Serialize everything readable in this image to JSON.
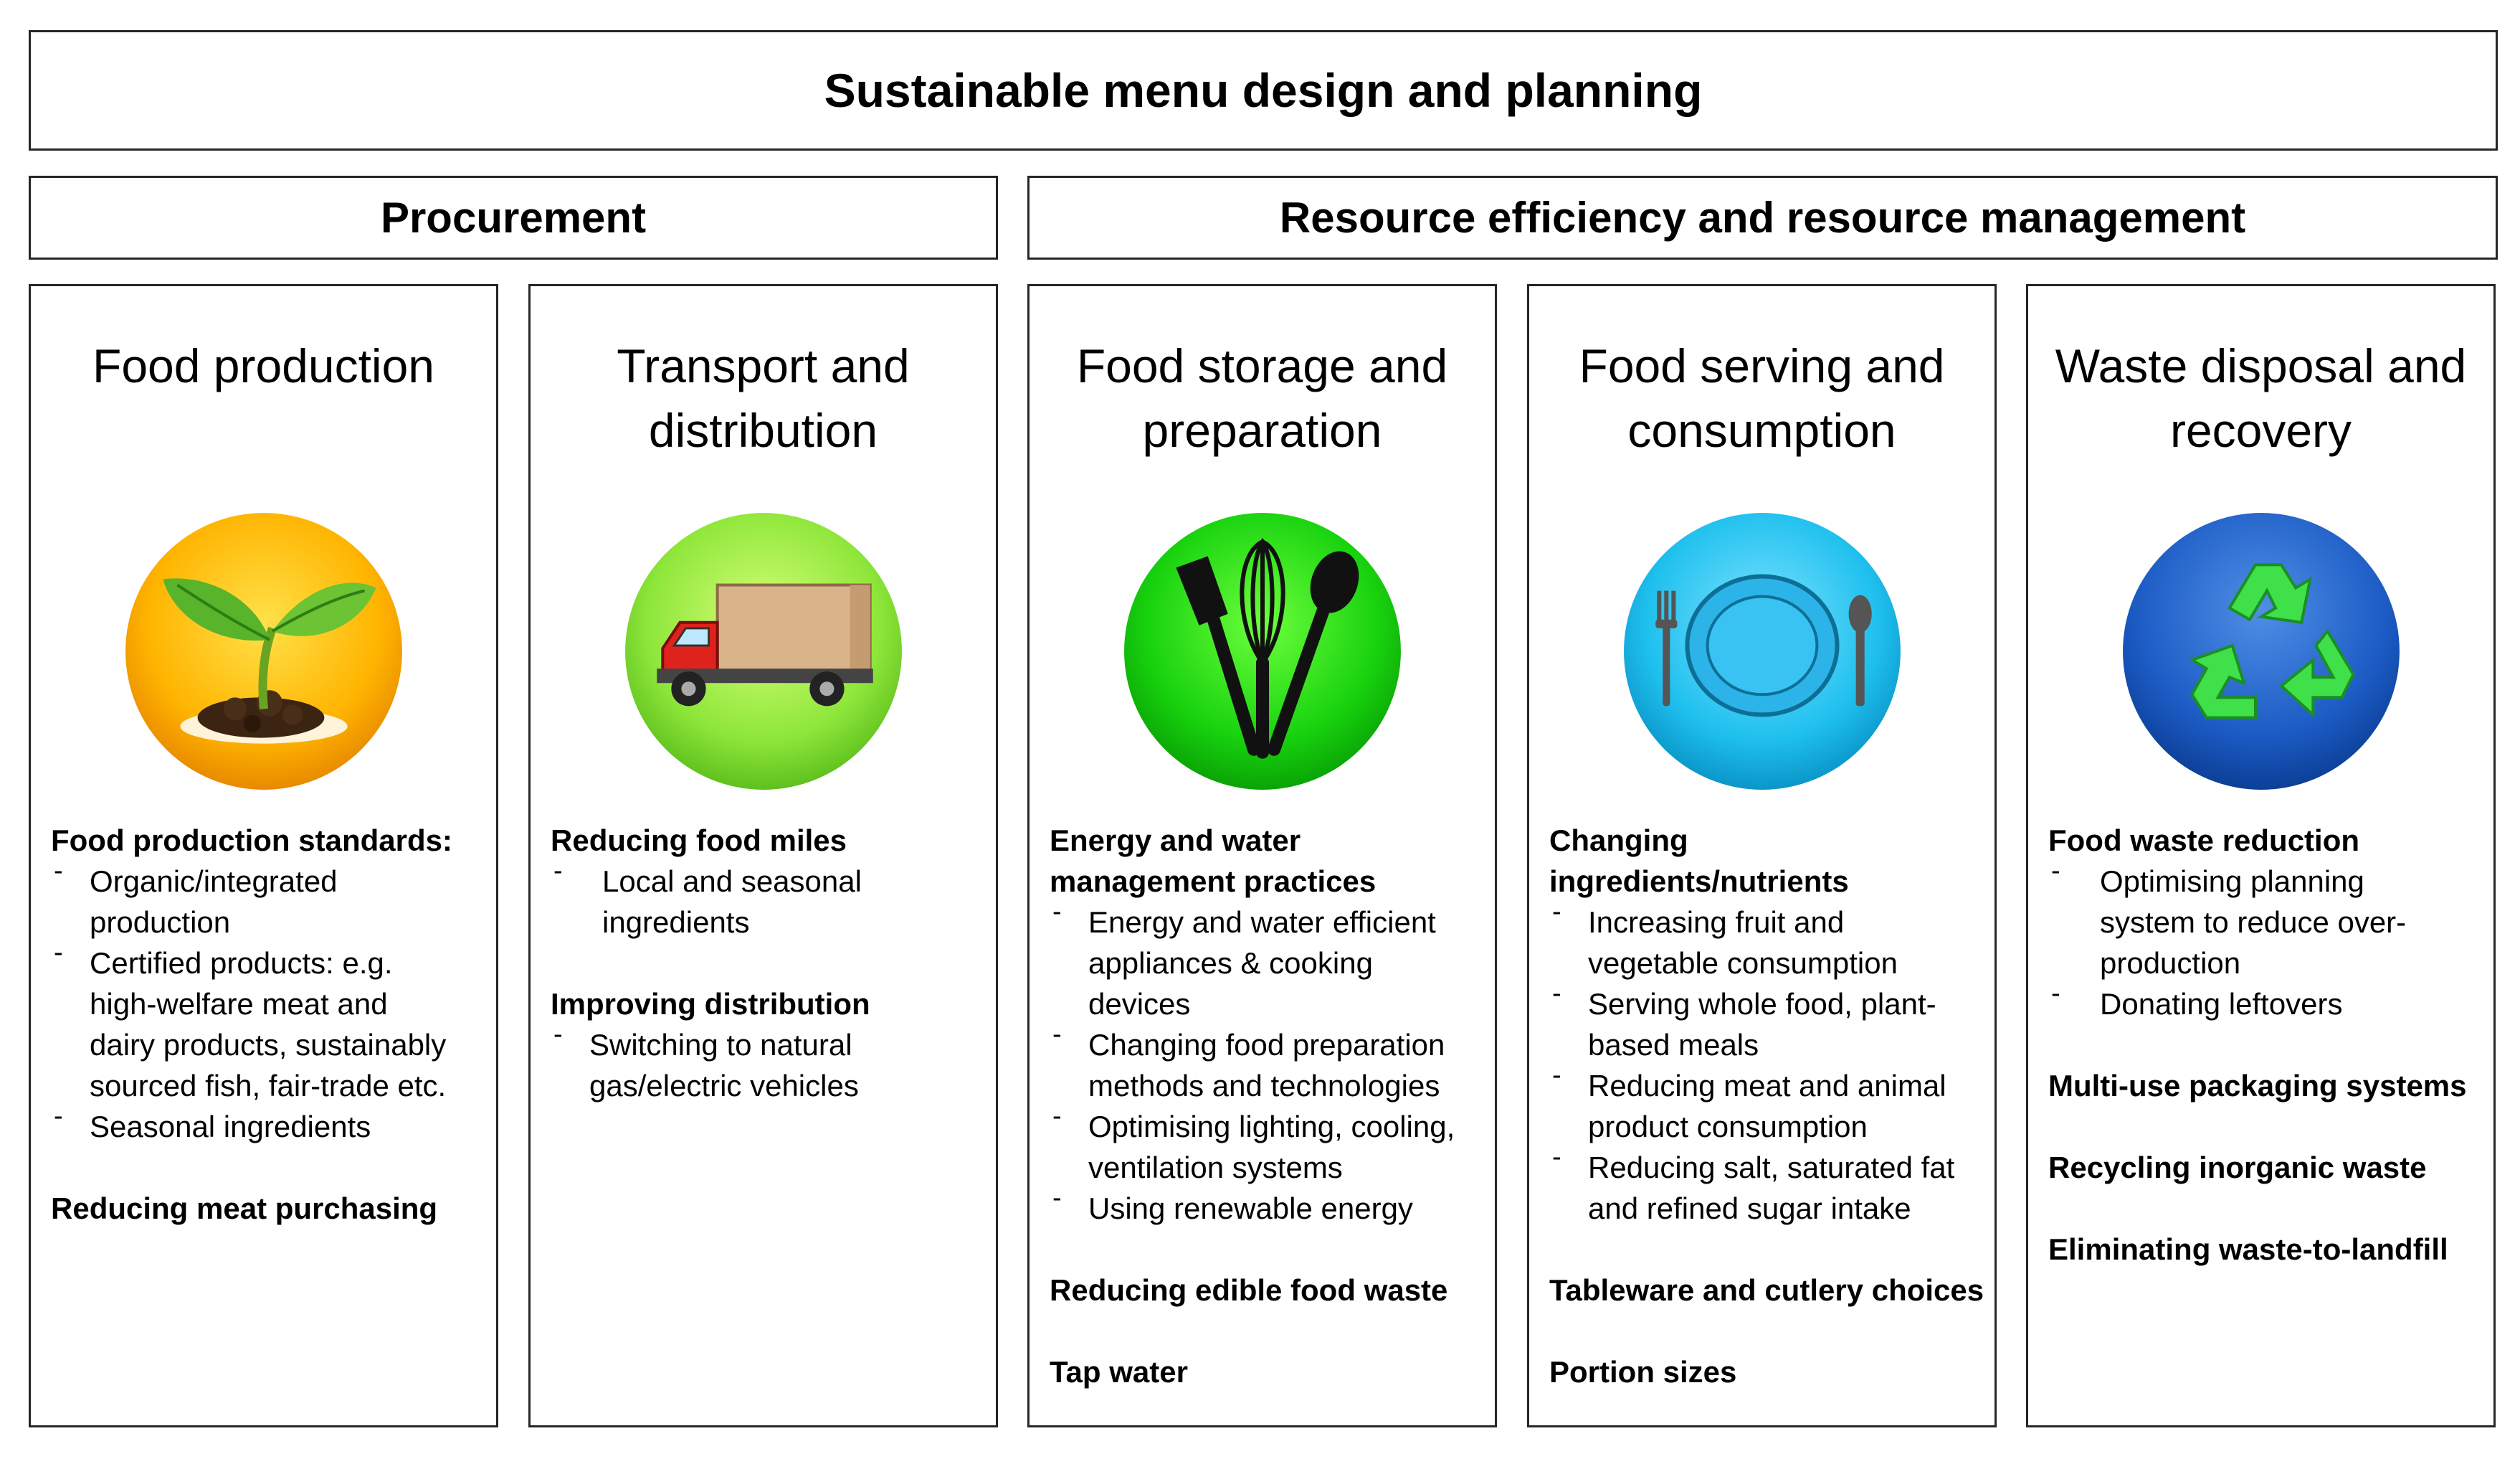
{
  "title": "Sustainable menu design and planning",
  "groups": {
    "procurement": "Procurement",
    "resource": "Resource efficiency and resource management"
  },
  "columns": [
    {
      "title": "Food production",
      "icon": "seedling-icon",
      "sections": [
        {
          "heading": "Food production standards:",
          "bullets": [
            "Organic/integrated\nproduction",
            "Certified products:  e.g.\nhigh-welfare meat and\ndairy products, sustainably\nsourced fish, fair-trade etc.",
            "Seasonal ingredients"
          ]
        },
        {
          "heading": "Reducing meat purchasing",
          "bullets": []
        }
      ]
    },
    {
      "title": "Transport and\ndistribution",
      "icon": "truck-icon",
      "sections": [
        {
          "heading": "Reducing food miles",
          "bullets": [
            "Local and seasonal\ningredients"
          ]
        },
        {
          "heading": "Improving distribution",
          "bullets": [
            "Switching to natural\ngas/electric vehicles"
          ]
        }
      ]
    },
    {
      "title": "Food storage and\npreparation",
      "icon": "kitchen-utensils-icon",
      "sections": [
        {
          "heading": "Energy and water\nmanagement practices",
          "bullets": [
            "Energy and water efficient\nappliances & cooking\ndevices",
            "Changing food preparation\nmethods and technologies",
            "Optimising lighting, cooling,\nventilation systems",
            "Using renewable energy"
          ]
        },
        {
          "heading": "Reducing edible food waste",
          "bullets": []
        },
        {
          "heading": "Tap water",
          "bullets": []
        }
      ]
    },
    {
      "title": "Food serving and\nconsumption",
      "icon": "plate-cutlery-icon",
      "sections": [
        {
          "heading": "Changing\ningredients/nutrients",
          "bullets": [
            "Increasing fruit and\nvegetable consumption",
            "Serving whole food, plant-\nbased meals",
            "Reducing meat and animal\nproduct consumption",
            "Reducing salt, saturated fat\nand refined sugar intake"
          ]
        },
        {
          "heading": "Tableware and cutlery choices",
          "bullets": []
        },
        {
          "heading": "Portion sizes",
          "bullets": []
        }
      ]
    },
    {
      "title": "Waste disposal and\nrecovery",
      "icon": "recycle-icon",
      "sections": [
        {
          "heading": "Food waste reduction",
          "bullets": [
            "Optimising planning\nsystem to reduce over-\nproduction",
            "Donating leftovers"
          ]
        },
        {
          "heading": "Multi-use packaging systems",
          "bullets": []
        },
        {
          "heading": "Recycling inorganic waste",
          "bullets": []
        },
        {
          "heading": "Eliminating waste-to-landfill",
          "bullets": []
        }
      ]
    }
  ]
}
